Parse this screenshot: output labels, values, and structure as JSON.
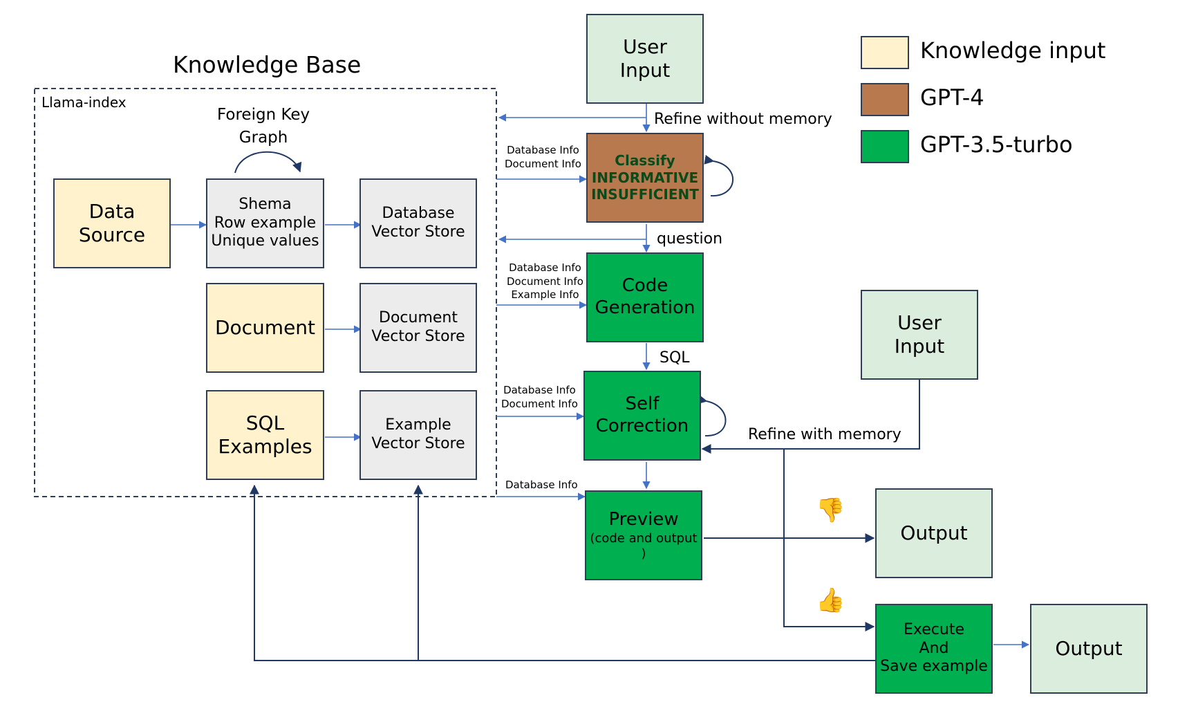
{
  "title": "Knowledge Base",
  "container_label": "Llama-index",
  "legend": [
    {
      "label": "Knowledge input",
      "color": "#fff2cc"
    },
    {
      "label": "GPT-4",
      "color": "#b9794f"
    },
    {
      "label": "GPT-3.5-turbo",
      "color": "#00b050"
    }
  ],
  "nodes": {
    "data_source": [
      "Data",
      "Source"
    ],
    "schema": [
      "Shema",
      "Row example",
      "Unique values"
    ],
    "db_store": [
      "Database",
      "Vector Store"
    ],
    "document": [
      "Document"
    ],
    "doc_store": [
      "Document",
      "Vector Store"
    ],
    "sql_examples": [
      "SQL",
      "Examples"
    ],
    "example_store": [
      "Example",
      "Vector Store"
    ],
    "user_input_top": [
      "User",
      "Input"
    ],
    "classify": [
      "Classify",
      "INFORMATIVE",
      "INSUFFICIENT"
    ],
    "code_gen": [
      "Code",
      "Generation"
    ],
    "self_correction": [
      "Self",
      "Correction"
    ],
    "user_input_right": [
      "User",
      "Input"
    ],
    "preview": [
      "Preview",
      "(code and output )"
    ],
    "output_top": [
      "Output"
    ],
    "execute": [
      "Execute",
      "And",
      "Save example"
    ],
    "output_bottom": [
      "Output"
    ]
  },
  "edge_labels": {
    "foreign_key": [
      "Foreign Key",
      "Graph"
    ],
    "refine_without_memory": "Refine without memory",
    "question": "question",
    "sql": "SQL",
    "refine_with_memory": "Refine with memory",
    "classify_inputs": [
      "Database Info",
      "Document Info"
    ],
    "codegen_inputs": [
      "Database Info",
      "Document Info",
      "Example Info"
    ],
    "correction_inputs": [
      "Database Info",
      "Document Info"
    ],
    "preview_inputs": [
      "Database Info"
    ]
  },
  "icons": {
    "reject": "thumbs-down-icon",
    "accept": "thumbs-up-icon"
  },
  "colors": {
    "arrow": "#4472c4",
    "border": "#2f3e55",
    "dark_arrow": "#1f3864"
  }
}
